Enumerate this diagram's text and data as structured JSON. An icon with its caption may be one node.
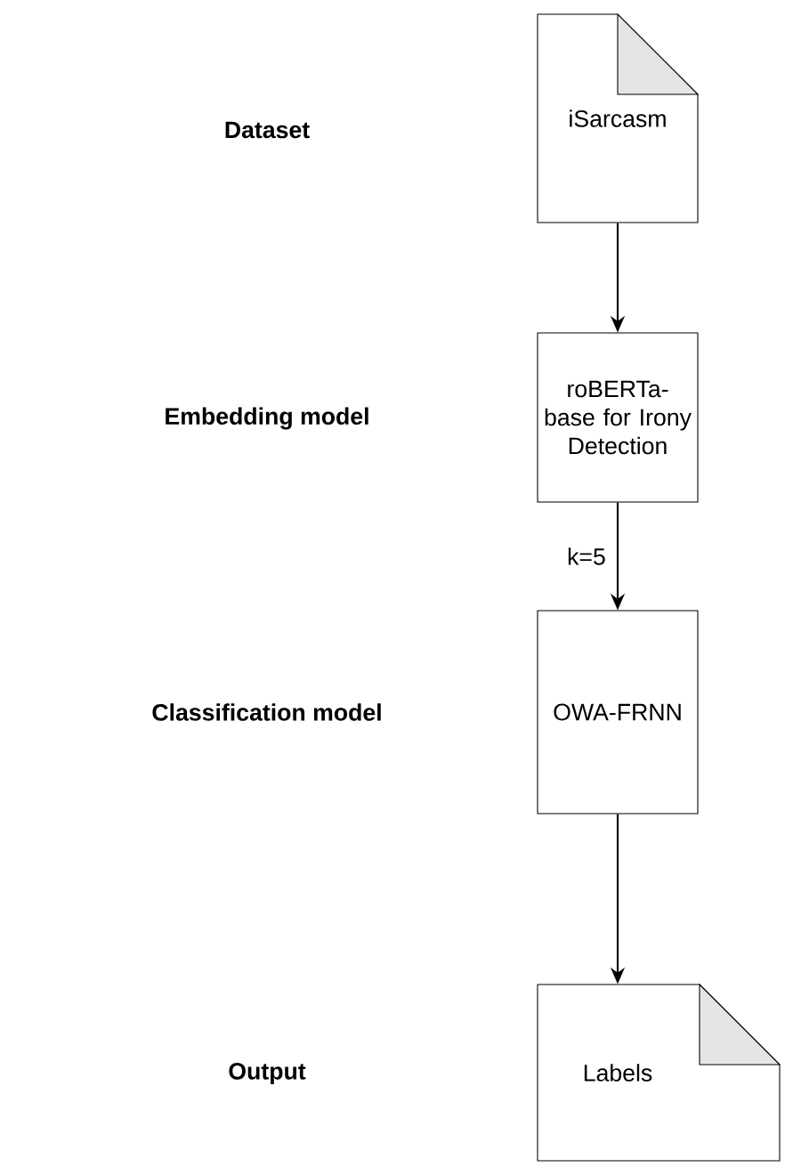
{
  "diagram": {
    "nodes": [
      {
        "text": [
          "iSarcasm"
        ]
      },
      {
        "text": [
          "roBERTa-base for Irony Detection"
        ]
      },
      {
        "text": [
          "OWA-FRNN"
        ]
      },
      {
        "text": [
          "Labels"
        ]
      }
    ],
    "labels": [
      "Dataset",
      "Embedding model",
      "Classification model",
      "Output"
    ],
    "edges": [
      {
        "from": 0,
        "to": 1,
        "arrow": "to"
      },
      {
        "from": 1,
        "to": 2,
        "arrow": "to",
        "label": "k=5"
      },
      {
        "from": 2,
        "to": 3,
        "arrow": "to"
      }
    ]
  }
}
